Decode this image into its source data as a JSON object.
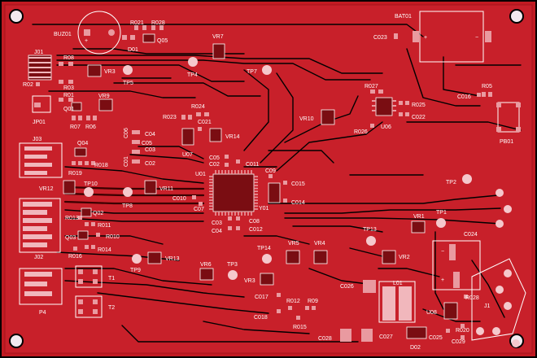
{
  "labels": {
    "buz": "BUZ01",
    "r021": "R021",
    "r028a": "R028",
    "q05": "Q05",
    "d01": "D01",
    "vr7": "VR7",
    "bat": "BAT01",
    "c023": "C023",
    "j01": "J01",
    "r08": "R08",
    "vr3a": "VR3",
    "tp5": "TP5",
    "tp4": "TP4",
    "tp7": "TP7",
    "r02": "R02",
    "r03": "R03",
    "r01": "R01",
    "q01": "Q01",
    "vr9": "VR9",
    "r024": "R024",
    "jp01": "JP01",
    "r07": "R07",
    "r06": "R06",
    "r027": "R027",
    "r025": "R025",
    "c022": "C022",
    "u06": "U06",
    "c016a": "C016",
    "r05": "R05",
    "pb01": "PB01",
    "vr10": "VR10",
    "r026": "R026",
    "r023": "R023",
    "c021": "C021",
    "vr14": "VR14",
    "u07": "U07",
    "c04a": "C04",
    "c06": "C06",
    "c05a": "C05",
    "c01": "C01",
    "c02a": "C02",
    "c03a": "C03",
    "j03": "J03",
    "q04": "Q04",
    "r019": "R019",
    "r018": "R018",
    "c05b": "C05",
    "c02b": "C02",
    "c011": "C011",
    "u01": "U01",
    "c09": "C09",
    "c015": "C015",
    "c014": "C014",
    "tp2": "TP2",
    "vr12": "VR12",
    "tp10": "TP10",
    "tp8": "TP8",
    "vr11": "VR11",
    "c010": "C010",
    "c07": "C07",
    "y01": "Y01",
    "tp1": "TP1",
    "r013": "R013",
    "q02": "Q02",
    "r011": "R011",
    "c03b": "C03",
    "c08": "C08",
    "c04b": "C04",
    "c012": "C012",
    "q03": "Q03",
    "r010": "R010",
    "vr1": "VR1",
    "tp13": "TP13",
    "c024": "C024",
    "j02": "J02",
    "r016": "R016",
    "r014": "R014",
    "tp14": "TP14",
    "vr5": "VR5",
    "vr4": "VR4",
    "vr2": "VR2",
    "tp9": "TP9",
    "vr13": "VR13",
    "vr6": "VR6",
    "tp3": "TP3",
    "t1": "T1",
    "c026": "C026",
    "l01": "L01",
    "vr3b": "VR3",
    "c017": "C017",
    "r012": "R012",
    "r09": "R09",
    "c018": "C018",
    "r015": "R015",
    "r028b": "R028",
    "u08": "U08",
    "j1": "J1",
    "p4": "P4",
    "t2": "T2",
    "c028": "C028",
    "c027": "C027",
    "d02": "D02",
    "c025": "C025",
    "r020": "R020",
    "c029": "C029",
    "bat_plus": "+",
    "bat_minus": "−",
    "buz_plus": "+",
    "c024_minus": "−",
    "c024_plus": "+"
  }
}
